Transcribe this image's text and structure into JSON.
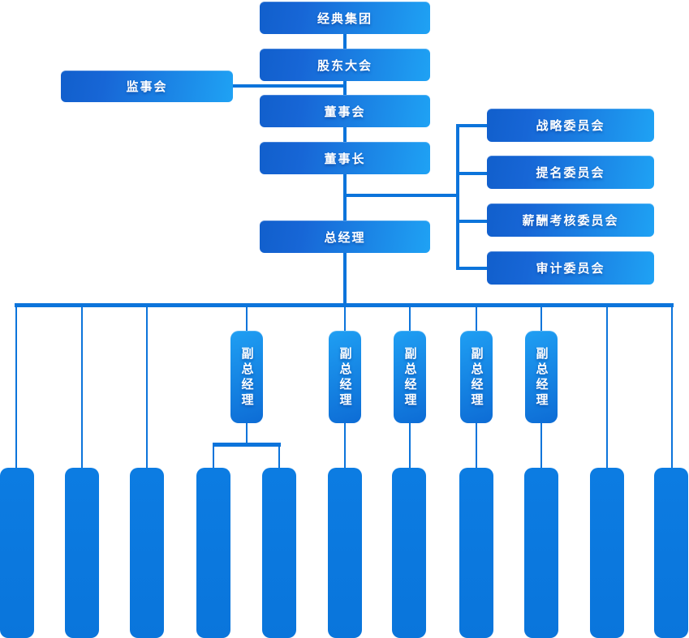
{
  "org": {
    "group": "经典集团",
    "shareholders_meeting": "股东大会",
    "supervisory_board": "监事会",
    "board_of_directors": "董事会",
    "chairman": "董事长",
    "general_manager": "总经理",
    "committees": [
      "战略委员会",
      "提名委员会",
      "薪酬考核委员会",
      "审计委员会"
    ],
    "deputy_general_manager": "副总经理",
    "deputy_general_manager_count": 5,
    "department_count": 11,
    "department_label": ""
  },
  "colors": {
    "box_gradient_start": "#115FCC",
    "box_gradient_end": "#1FA2F4",
    "vertical_box_gradient_start": "#1F9FF3",
    "vertical_box_gradient_end": "#0D6CD5",
    "department_fill": "#0B79DF",
    "connector": "#0C74DB",
    "text": "#FFFFFF"
  }
}
